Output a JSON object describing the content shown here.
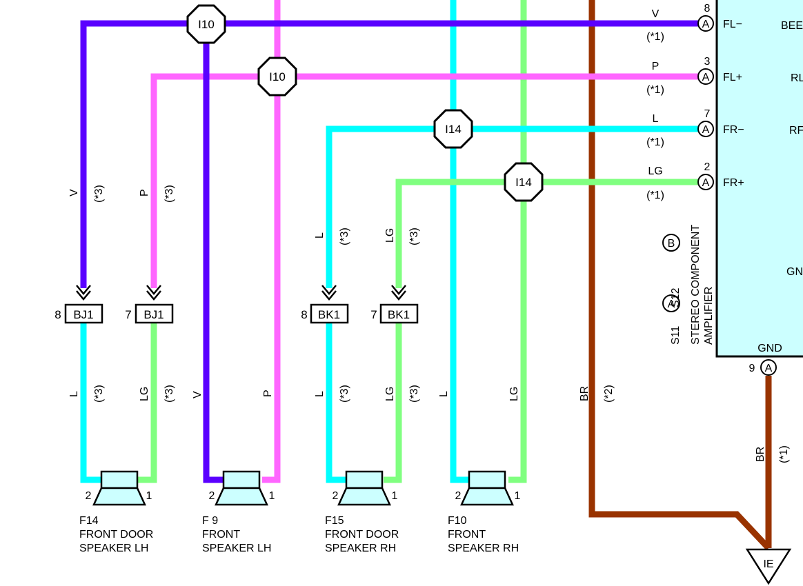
{
  "colors": {
    "V": "#5a00ff",
    "P": "#ff66ff",
    "L": "#00ffff",
    "LG": "#80ff80",
    "BR": "#993300",
    "amp_fill": "#ccffff",
    "speaker_fill": "#ccffff"
  },
  "junctions": {
    "j1": "I10",
    "j2": "I10",
    "j3": "I14",
    "j4": "I14"
  },
  "amp": {
    "pins": [
      {
        "num": "8",
        "conn": "A",
        "name": "FL−",
        "wire": "V",
        "note": "(*1)"
      },
      {
        "num": "3",
        "conn": "A",
        "name": "FL+",
        "wire": "P",
        "note": "(*1)"
      },
      {
        "num": "7",
        "conn": "A",
        "name": "FR−",
        "wire": "L",
        "note": "(*1)"
      },
      {
        "num": "2",
        "conn": "A",
        "name": "FR+",
        "wire": "LG",
        "note": "(*1)"
      }
    ],
    "right_labels": [
      "BEE",
      "RL",
      "RF",
      "GN"
    ],
    "title_line1": "STEREO COMPONENT",
    "title_line2": "AMPLIFIER",
    "conn_b": "B",
    "conn_a": "A",
    "code1": "S11",
    "code2": "S12",
    "gnd_label": "GND",
    "gnd_pin_num": "9",
    "gnd_pin_conn": "A"
  },
  "connectors": [
    {
      "id": "BJ1",
      "pin": "8"
    },
    {
      "id": "BJ1",
      "pin": "7"
    },
    {
      "id": "BK1",
      "pin": "8"
    },
    {
      "id": "BK1",
      "pin": "7"
    }
  ],
  "wire_labels": {
    "upper_v": "V",
    "upper_v_note": "(*3)",
    "upper_p": "P",
    "upper_p_note": "(*3)",
    "upper_l": "L",
    "upper_l_note": "(*3)",
    "upper_lg": "LG",
    "upper_lg_note": "(*3)",
    "lower_l1": "L",
    "lower_l1_note": "(*3)",
    "lower_lg1": "LG",
    "lower_lg1_note": "(*3)",
    "lower_v": "V",
    "lower_p": "P",
    "lower_l2": "L",
    "lower_l2_note": "(*3)",
    "lower_lg2": "LG",
    "lower_lg2_note": "(*3)",
    "lower_l3": "L",
    "lower_lg3": "LG",
    "br_mid": "BR",
    "br_mid_note": "(*2)",
    "br_right": "BR",
    "br_right_note": "(*1)"
  },
  "speakers": [
    {
      "code": "F14",
      "name1": "FRONT DOOR",
      "name2": "SPEAKER LH",
      "pin_left": "2",
      "pin_right": "1"
    },
    {
      "code": "F 9",
      "name1": "FRONT",
      "name2": "SPEAKER LH",
      "pin_left": "2",
      "pin_right": "1"
    },
    {
      "code": "F15",
      "name1": "FRONT DOOR",
      "name2": "SPEAKER RH",
      "pin_left": "2",
      "pin_right": "1"
    },
    {
      "code": "F10",
      "name1": "FRONT",
      "name2": "SPEAKER RH",
      "pin_left": "2",
      "pin_right": "1"
    }
  ],
  "ground": {
    "label": "IE"
  }
}
